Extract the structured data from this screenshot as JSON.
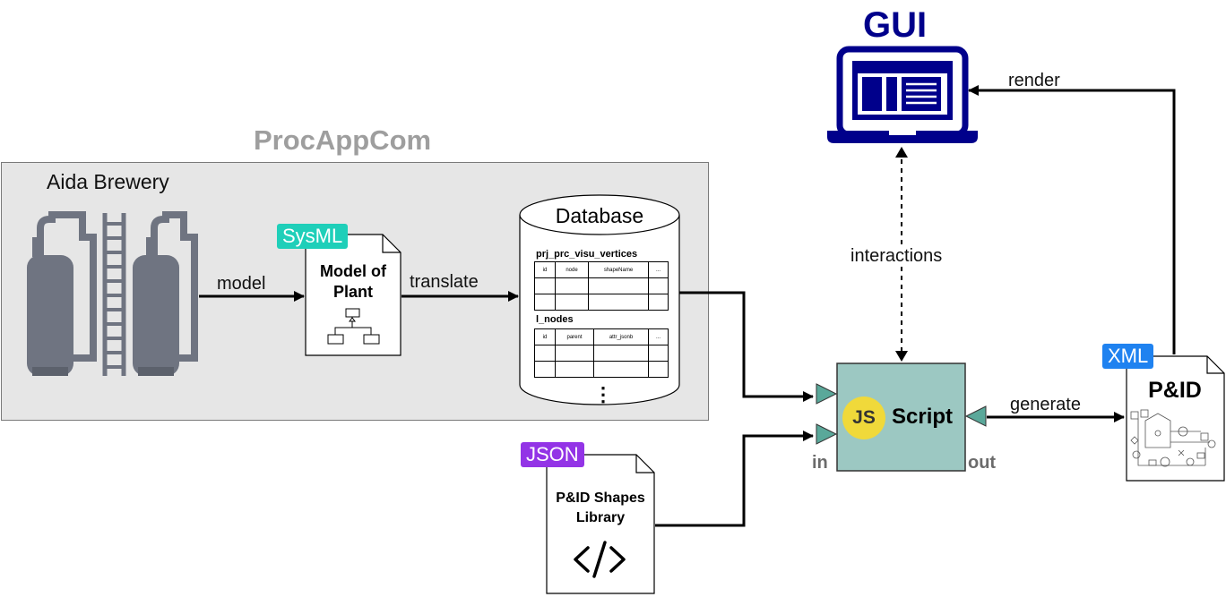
{
  "titles": {
    "procappcom": "ProcAppCom",
    "gui": "GUI"
  },
  "plant": {
    "label": "Aida Brewery"
  },
  "sysml": {
    "badge": "SysML",
    "title": "Model of Plant"
  },
  "database": {
    "title": "Database",
    "tables": [
      {
        "name": "prj_prc_visu_vertices",
        "columns": [
          "id",
          "node",
          "shapeName",
          "..."
        ]
      },
      {
        "name": "l_nodes",
        "columns": [
          "id",
          "parent",
          "attr_jsonb",
          "..."
        ]
      }
    ],
    "more": "⋮"
  },
  "json_doc": {
    "badge": "JSON",
    "title": "P&ID Shapes Library"
  },
  "script": {
    "js_badge": "JS",
    "label": "Script",
    "in_label": "in",
    "out_label": "out"
  },
  "xml_doc": {
    "badge": "XML",
    "title": "P&ID"
  },
  "edges": {
    "model": "model",
    "translate": "translate",
    "interactions": "interactions",
    "generate": "generate",
    "render": "render"
  },
  "colors": {
    "group_fill": "#e6e6e6",
    "sysml_badge": "#1fcfb9",
    "json_badge": "#9334e6",
    "xml_badge": "#1f82f0",
    "script_fill": "#9cc8c2",
    "port_fill": "#5aa89a",
    "js_circle": "#f0d93a",
    "gui_blue": "#00008b",
    "procappcom_gray": "#9e9e9e",
    "tank_gray": "#6f7481"
  }
}
